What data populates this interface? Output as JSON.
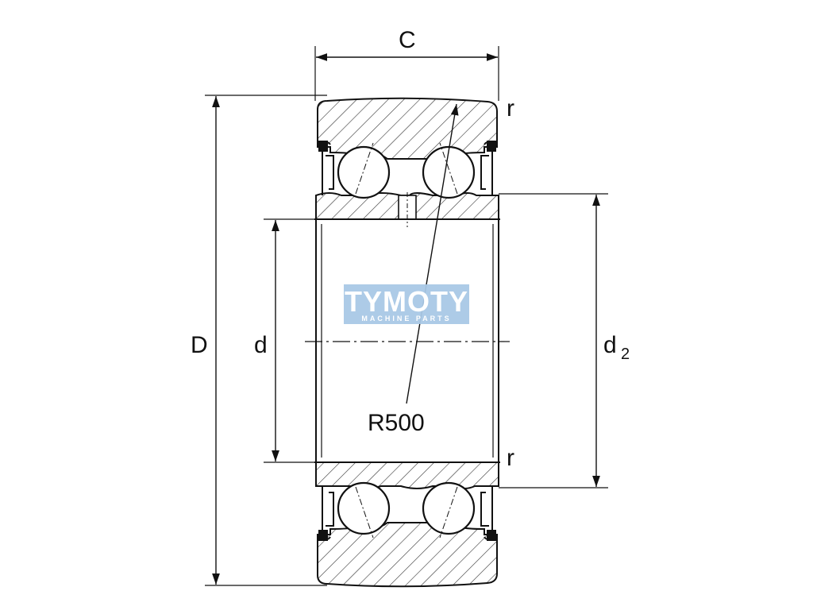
{
  "labels": {
    "width": "C",
    "outer_diameter": "D",
    "bore": "d",
    "raceway_diameter": "d",
    "raceway_subscript": "2",
    "radius": "R500",
    "fillet_top": "r",
    "fillet_bottom": "r"
  },
  "watermark": {
    "title": "TYMOTY",
    "subtitle": "MACHINE PARTS"
  },
  "colors": {
    "line": "#111111",
    "hatch": "#333333",
    "watermark_bg": "#a9c8e6"
  }
}
